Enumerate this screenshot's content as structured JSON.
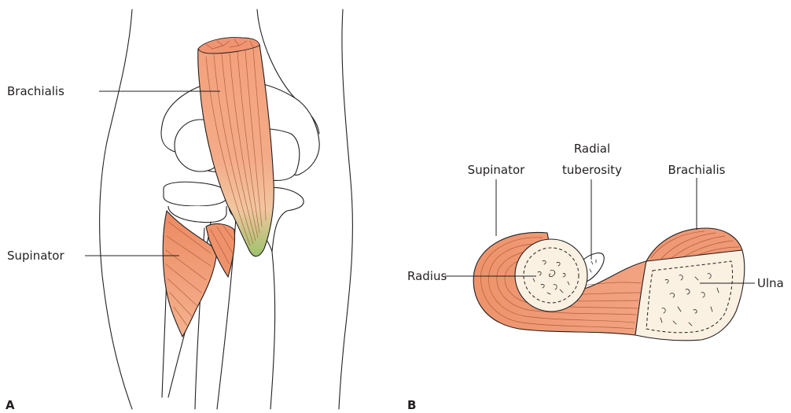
{
  "panel_a": {
    "letter": "A",
    "labels": {
      "brachialis": "Brachialis",
      "supinator": "Supinator"
    }
  },
  "panel_b": {
    "letter": "B",
    "labels": {
      "supinator": "Supinator",
      "radial_tuberosity_line1": "Radial",
      "radial_tuberosity_line2": "tuberosity",
      "brachialis": "Brachialis",
      "radius": "Radius",
      "ulna": "Ulna"
    }
  },
  "colors": {
    "muscle_light": "#f9c5a4",
    "muscle_mid": "#f3a07a",
    "muscle_dark": "#ec8a62",
    "tendon_green": "#9cc36b",
    "bone_cross_section": "#fbf1e2",
    "outline": "#231f20"
  }
}
